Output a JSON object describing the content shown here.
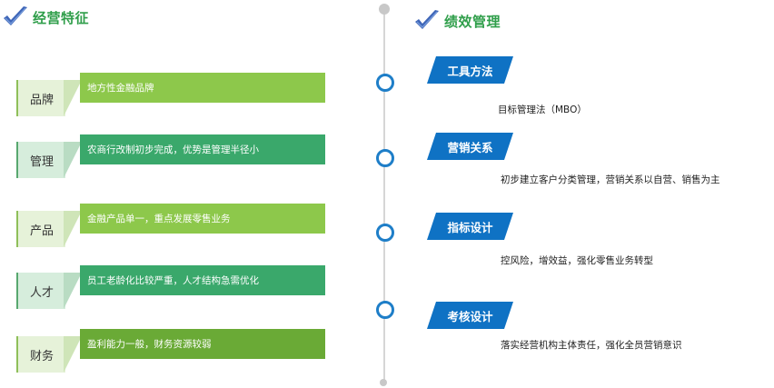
{
  "left": {
    "heading": "经营特征",
    "rows": [
      {
        "label": "品牌",
        "text": "地方性金融品牌"
      },
      {
        "label": "管理",
        "text": "农商行改制初步完成，优势是管理半径小"
      },
      {
        "label": "产品",
        "text": "金融产品单一，重点发展零售业务"
      },
      {
        "label": "人才",
        "text": "员工老龄化比较严重，人才结构急需优化"
      },
      {
        "label": "财务",
        "text": "盈利能力一般，财务资源较弱"
      }
    ]
  },
  "right": {
    "heading": "绩效管理",
    "items": [
      {
        "tag": "工具方法",
        "text": "目标管理法（MBO）"
      },
      {
        "tag": "营销关系",
        "text": "初步建立客户分类管理，营销关系以自营、销售为主"
      },
      {
        "tag": "指标设计",
        "text": "控风险，增效益，强化零售业务转型"
      },
      {
        "tag": "考核设计",
        "text": "落实经营机构主体责任，强化全员营销意识"
      }
    ]
  },
  "colors": {
    "heading_green": "#2f9e4a",
    "bar_light_green": "#8dc84b",
    "bar_teal_green": "#3aa86b",
    "bar_dark_green": "#6aaa36",
    "tag_blue": "#0f72c4",
    "node_blue": "#1e7ec8"
  },
  "icons": {
    "heading_icon": "checkmark-icon"
  }
}
